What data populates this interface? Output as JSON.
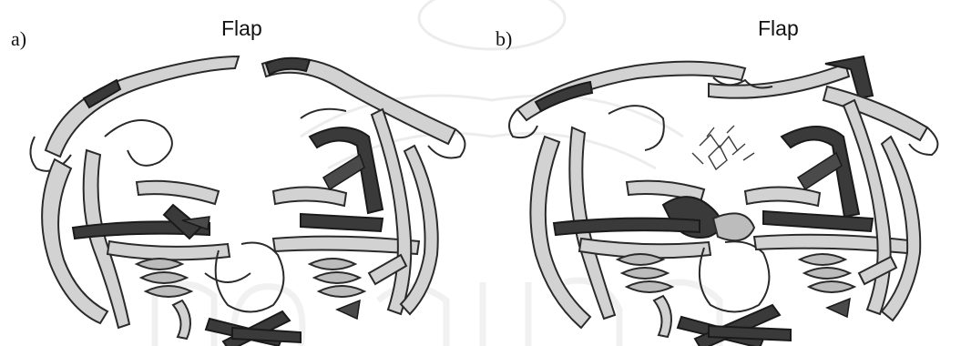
{
  "figure": {
    "panels": [
      {
        "letter": "a)",
        "flap_label": "Flap"
      },
      {
        "letter": "b)",
        "flap_label": "Flap"
      }
    ]
  }
}
